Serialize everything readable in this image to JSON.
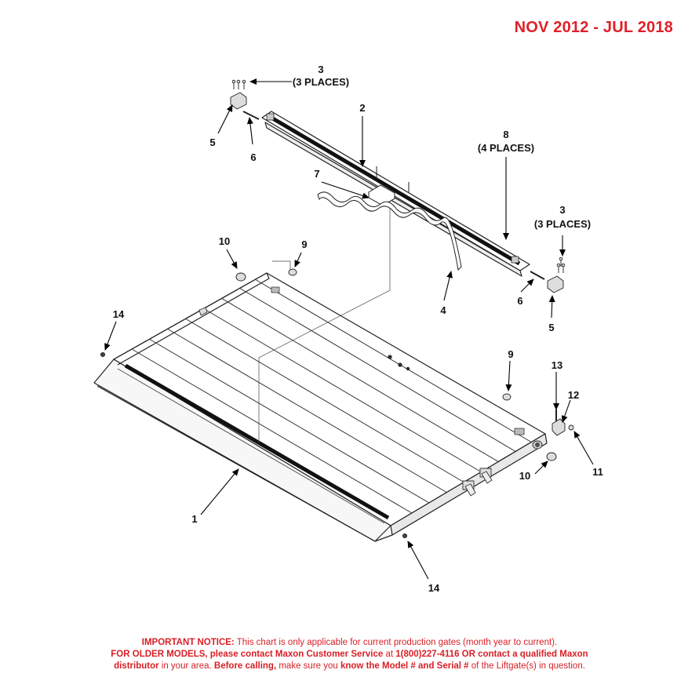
{
  "date_range": "NOV 2012 - JUL 2018",
  "callouts": [
    {
      "id": "c3a",
      "num": "3",
      "note": "(3 PLACES)"
    },
    {
      "id": "c2",
      "num": "2",
      "note": ""
    },
    {
      "id": "c5a",
      "num": "5",
      "note": ""
    },
    {
      "id": "c6a",
      "num": "6",
      "note": ""
    },
    {
      "id": "c8",
      "num": "8",
      "note": "(4 PLACES)"
    },
    {
      "id": "c7",
      "num": "7",
      "note": ""
    },
    {
      "id": "c3b",
      "num": "3",
      "note": "(3 PLACES)"
    },
    {
      "id": "c10a",
      "num": "10",
      "note": ""
    },
    {
      "id": "c9a",
      "num": "9",
      "note": ""
    },
    {
      "id": "c4",
      "num": "4",
      "note": ""
    },
    {
      "id": "c6b",
      "num": "6",
      "note": ""
    },
    {
      "id": "c5b",
      "num": "5",
      "note": ""
    },
    {
      "id": "c14a",
      "num": "14",
      "note": ""
    },
    {
      "id": "c9b",
      "num": "9",
      "note": ""
    },
    {
      "id": "c13",
      "num": "13",
      "note": ""
    },
    {
      "id": "c12",
      "num": "12",
      "note": ""
    },
    {
      "id": "c10b",
      "num": "10",
      "note": ""
    },
    {
      "id": "c11",
      "num": "11",
      "note": ""
    },
    {
      "id": "c1",
      "num": "1",
      "note": ""
    },
    {
      "id": "c14b",
      "num": "14",
      "note": ""
    }
  ],
  "notice": {
    "l1_bold": "IMPORTANT NOTICE:",
    "l1_text": " This chart is only applicable for current production gates (month year to current).",
    "l2_bold1": "FOR OLDER MODELS, please contact Maxon Customer Service",
    "l2_text1": " at ",
    "l2_bold2": "1(800)227-4116 OR contact a qualified Maxon",
    "l3_bold1": "distributor",
    "l3_text1": " in your area. ",
    "l3_bold2": "Before calling,",
    "l3_text2": " make sure you ",
    "l3_bold3": "know the Model # and Serial #",
    "l3_text3": " of the Liftgate(s) in question."
  }
}
